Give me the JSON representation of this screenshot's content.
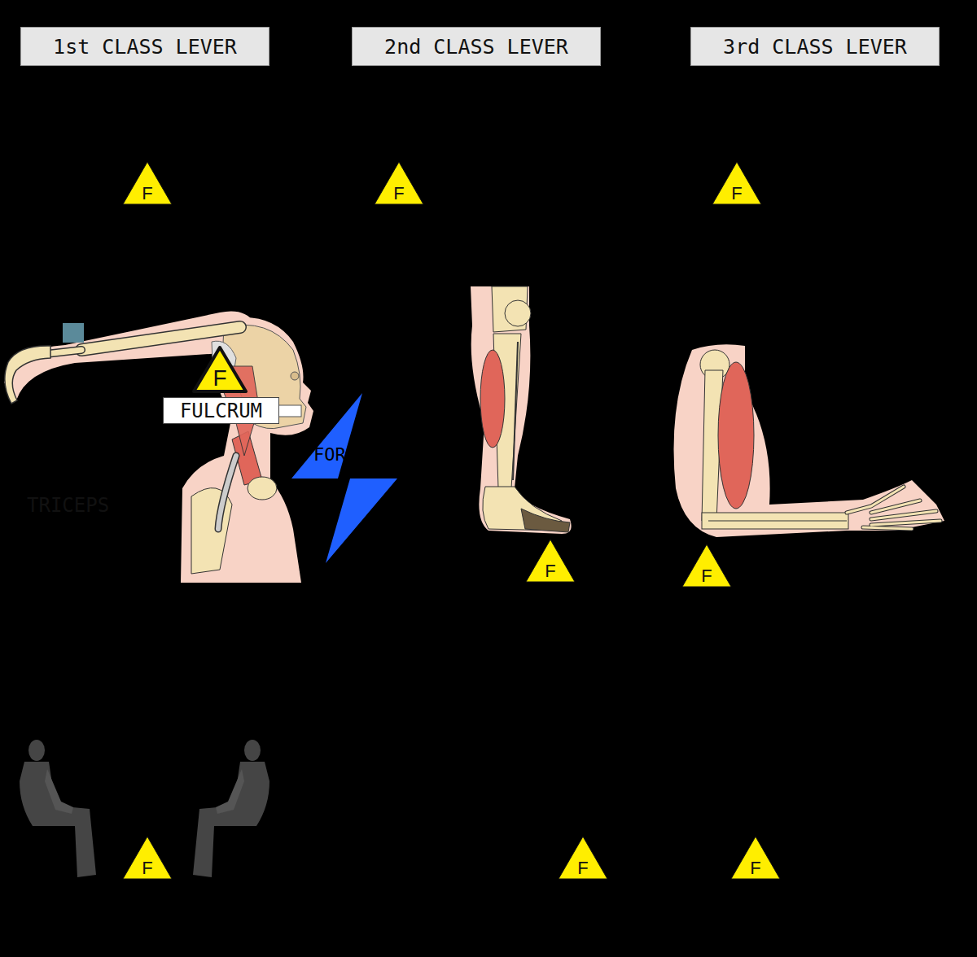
{
  "diagram": {
    "nodes": [
      {
        "text": [
          "1st CLASS LEVER"
        ]
      },
      {
        "text": [
          "2nd CLASS LEVER"
        ]
      },
      {
        "text": [
          "3rd CLASS LEVER"
        ]
      },
      {
        "text": [
          "F"
        ]
      },
      {
        "text": [
          "F"
        ]
      },
      {
        "text": [
          "F"
        ]
      },
      {
        "text": [
          "F"
        ]
      },
      {
        "text": [
          "FULCRUM"
        ]
      },
      {
        "text": [
          "V FOR"
        ]
      },
      {
        "text": [
          "TRICEPS"
        ]
      },
      {
        "text": [
          "F"
        ]
      },
      {
        "text": [
          "F"
        ]
      },
      {
        "text": [
          "F"
        ]
      },
      {
        "text": [
          "F"
        ]
      },
      {
        "text": [
          "F"
        ]
      }
    ]
  }
}
